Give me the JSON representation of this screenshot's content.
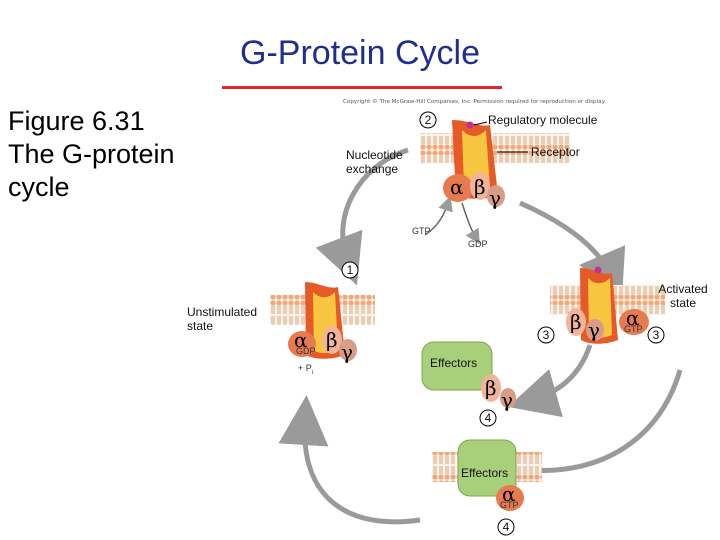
{
  "slide": {
    "title": "G-Protein Cycle",
    "caption_lines": [
      "Figure 6.31",
      "The G-protein",
      "cycle"
    ],
    "copyright": "Copyright © The McGraw-Hill Companies, Inc. Permission required for reproduction or display."
  },
  "labels": {
    "regulatory_molecule": "Regulatory molecule",
    "receptor": "Receptor",
    "nucleotide_exchange": "Nucleotide exchange",
    "activated_state": "Activated state",
    "unstimulated_state": "Unstimulated state",
    "effectors_mid": "Effectors",
    "effectors_bottom": "Effectors",
    "gtp_top": "GTP",
    "gdp_top": "GDP",
    "gdp_left": "GDP",
    "pi_left": "+ P",
    "pi_sub": "i",
    "gtp_right": "GTP",
    "gtp_bottom": "GTP"
  },
  "steps": {
    "top": "2",
    "left": "1",
    "right_a": "3",
    "right_b": "3",
    "mid": "4",
    "bottom": "4"
  },
  "subunits": {
    "alpha": "α",
    "beta": "β",
    "gamma": "γ"
  },
  "colors": {
    "title": "#1f2f8c",
    "title_rule": "#e3262b",
    "receptor": "#e65a28",
    "receptor_inner": "#f6c640",
    "alpha": "#e87a4f",
    "beta": "#f0b49a",
    "gamma": "#d99c86",
    "effector": "#a8d07a",
    "membrane_head": "#f0a77c",
    "arrow": "#9a9a9a",
    "regulatory": "#c0338f"
  }
}
